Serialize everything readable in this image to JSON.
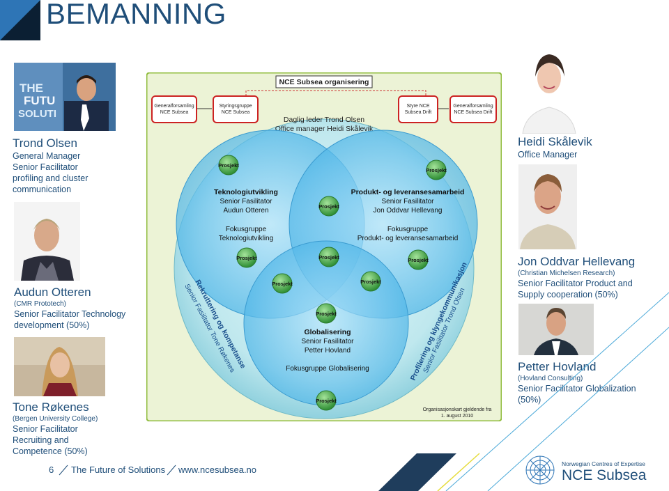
{
  "title": "BEMANNING",
  "people": {
    "trond": {
      "name": "Trond Olsen",
      "l1": "General Manager",
      "l2": "Senior Facilitator",
      "l3": "profiling and cluster",
      "l4": "communication",
      "photo_text": "THE FUTURE SOLUTIONS"
    },
    "audun": {
      "name": "Audun Otteren",
      "org": "(CMR Prototech)",
      "l1": "Senior Facilitator Technology",
      "l2": "development (50%)"
    },
    "tone": {
      "name": "Tone Røkenes",
      "org": "(Bergen University College)",
      "l1": "Senior Facilitator",
      "l2": "Recruiting and",
      "l3": "Competence (50%)"
    },
    "heidi": {
      "name": "Heidi Skålevik",
      "l1": "Office Manager"
    },
    "jon": {
      "name": "Jon Oddvar Hellevang",
      "org": "(Christian Michelsen Research)",
      "l1": "Senior Facilitator Product and",
      "l2": "Supply cooperation (50%)"
    },
    "petter": {
      "name": "Petter Hovland",
      "org": "(Hovland Consulting)",
      "l1": "Senior Facilitator Globalization",
      "l2": "(50%)"
    }
  },
  "diagram": {
    "heading": "NCE Subsea organisering",
    "boxes": [
      {
        "l1": "Generalforsamling",
        "l2": "NCE Subsea"
      },
      {
        "l1": "Styringsgruppe",
        "l2": "NCE Subsea"
      },
      {
        "l1": "Styre NCE",
        "l2": "Subsea Drift"
      },
      {
        "l1": "Generalforsamling",
        "l2": "NCE Subsea Drift"
      }
    ],
    "leader_1": "Daglig leder Trond Olsen",
    "leader_2": "Office manager Heidi Skålevik",
    "tech": {
      "title": "Teknologiutvikling",
      "role": "Senior Fasilitator",
      "name": "Audun Otteren",
      "focus1": "Fokusgruppe",
      "focus2": "Teknologiutvikling"
    },
    "prod": {
      "title": "Produkt- og leveransesamarbeid",
      "role": "Senior Fasilitator",
      "name": "Jon Oddvar Hellevang",
      "focus1": "Fokusgruppe",
      "focus2": "Produkt- og leveransesamarbeid"
    },
    "glob": {
      "title": "Globalisering",
      "role": "Senior Fasilitator",
      "name": "Petter Hovland",
      "focus": "Fokusgruppe Globalisering"
    },
    "project_label": "Prosjekt",
    "recruit_1": "Rekruttering og kompetanse",
    "recruit_2": "Senior Fasilitator Tone Røkenes",
    "profil_1": "Profilering og klyngekommunikasjon",
    "profil_2": "Senior Fasilitator Trond Olsen",
    "note_1": "Organisasjonskart gjeldende fra",
    "note_2": "1. august 2010"
  },
  "footer": {
    "page": "6",
    "tagline": "The Future of Solutions",
    "url": "www.ncesubsea.no"
  },
  "logo": {
    "small": "Norwegian Centres of Expertise",
    "big": "NCE Subsea"
  },
  "colors": {
    "navy": "#1f4e79",
    "accent_blue": "#2e75b6",
    "frame_green": "#8fbc3c",
    "project_green": "#3aa53a"
  }
}
